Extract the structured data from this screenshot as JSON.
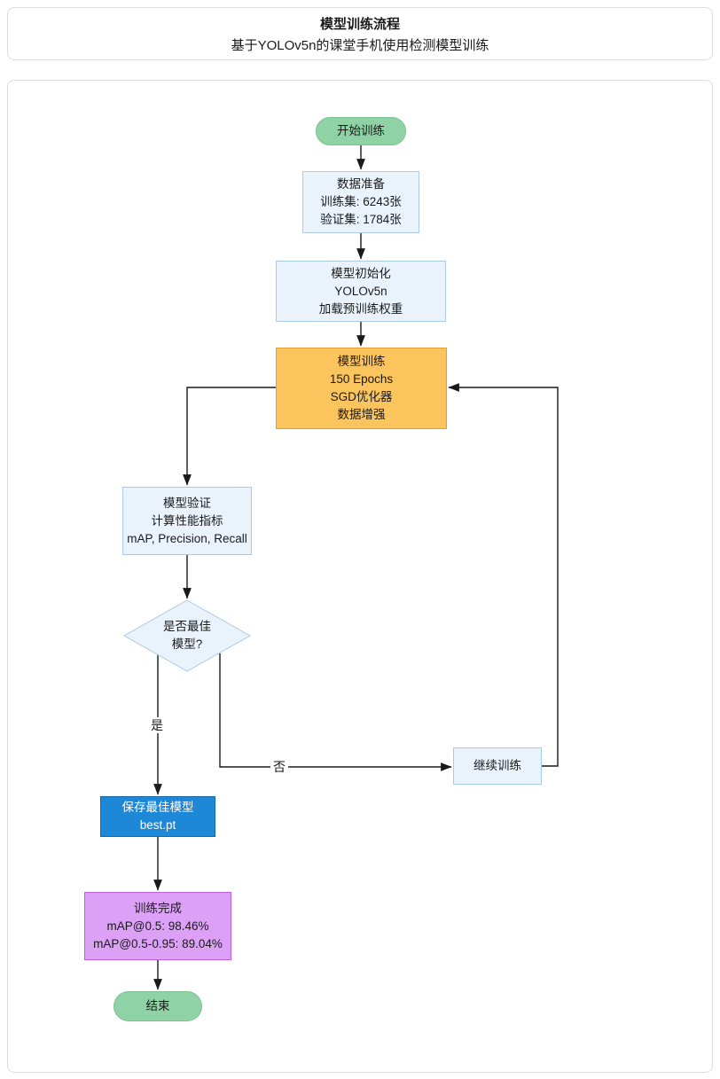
{
  "header": {
    "title": "模型训练流程",
    "subtitle": "基于YOLOv5n的课堂手机使用检测模型训练"
  },
  "flowchart": {
    "nodes": {
      "start": {
        "label": "开始训练",
        "shape": "stadium",
        "fill": "#8fd2a5"
      },
      "data_prep": {
        "lines": [
          "数据准备",
          "训练集: 6243张",
          "验证集: 1784张"
        ],
        "fill": "#eaf3fc"
      },
      "model_init": {
        "lines": [
          "模型初始化",
          "YOLOv5n",
          "加载预训练权重"
        ],
        "fill": "#eaf3fc"
      },
      "training": {
        "lines": [
          "模型训练",
          "150 Epochs",
          "SGD优化器",
          "数据增强"
        ],
        "fill": "#fbc45c"
      },
      "validation": {
        "lines": [
          "模型验证",
          "计算性能指标",
          "mAP, Precision, Recall"
        ],
        "fill": "#eaf3fc"
      },
      "decision": {
        "lines": [
          "是否最佳",
          "模型?"
        ],
        "shape": "diamond",
        "fill": "#eaf3fc"
      },
      "save_model": {
        "lines": [
          "保存最佳模型",
          "best.pt"
        ],
        "fill": "#1e88d8"
      },
      "complete": {
        "lines": [
          "训练完成",
          "mAP@0.5: 98.46%",
          "mAP@0.5-0.95: 89.04%"
        ],
        "fill": "#dca1f7"
      },
      "end": {
        "label": "结束",
        "shape": "stadium",
        "fill": "#8fd2a5"
      },
      "continue_training": {
        "label": "继续训练",
        "fill": "#eaf3fc"
      }
    },
    "edge_labels": {
      "yes": "是",
      "no": "否"
    },
    "colors": {
      "line": "#1a1a1a",
      "light_blue_fill": "#eaf3fc",
      "light_blue_border": "#aacae6",
      "green_fill": "#8fd2a5",
      "orange_fill": "#fbc45c",
      "solid_blue_fill": "#1e88d8",
      "purple_fill": "#dca1f7"
    }
  }
}
